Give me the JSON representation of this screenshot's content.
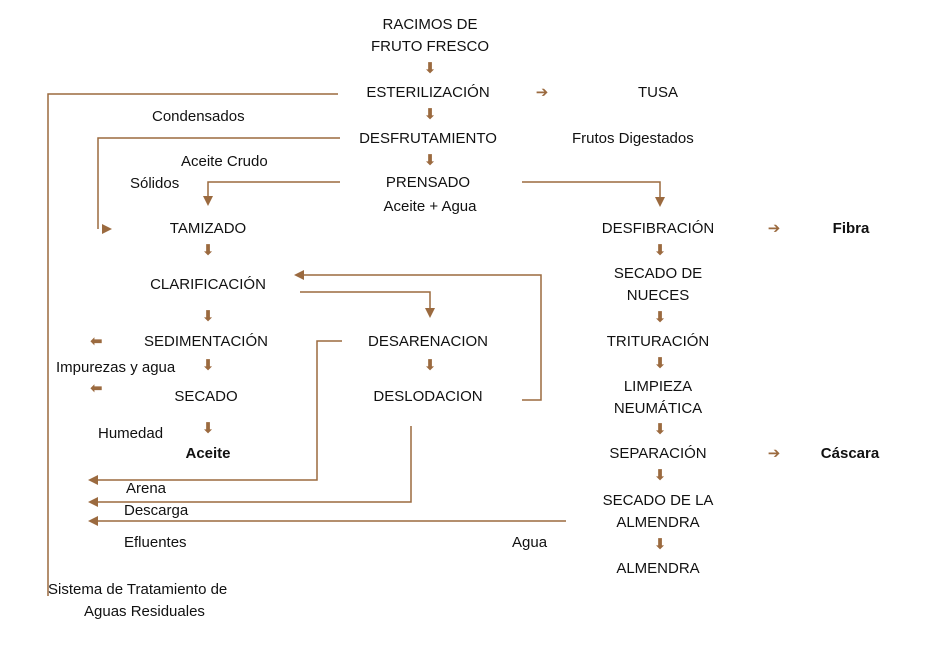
{
  "colors": {
    "flow": "#9b6a3f",
    "text": "#111111",
    "background": "#ffffff"
  },
  "nodes": {
    "racimos_l1": "RACIMOS DE",
    "racimos_l2": "FRUTO FRESCO",
    "esterilizacion": "ESTERILIZACIÓN",
    "tusa": "TUSA",
    "condensados": "Condensados",
    "desfrutamiento": "DESFRUTAMIENTO",
    "frutos_digestados": "Frutos Digestados",
    "aceite_crudo": "Aceite Crudo",
    "solidos": "Sólidos",
    "prensado": "PRENSADO",
    "aceite_agua": "Aceite + Agua",
    "tamizado": "TAMIZADO",
    "desfibracion": "DESFIBRACIÓN",
    "fibra": "Fibra",
    "clarificacion": "CLARIFICACIÓN",
    "secado_nueces_l1": "SECADO DE",
    "secado_nueces_l2": "NUECES",
    "sedimentacion": "SEDIMENTACIÓN",
    "desarenacion": "DESARENACION",
    "trituracion": "TRITURACIÓN",
    "impurezas": "Impurezas y agua",
    "secado": "SECADO",
    "deslodacion": "DESLODACION",
    "limpieza_l1": "LIMPIEZA",
    "limpieza_l2": "NEUMÁTICA",
    "humedad": "Humedad",
    "aceite": "Aceite",
    "separacion": "SEPARACIÓN",
    "cascara": "Cáscara",
    "arena": "Arena",
    "secado_almendra_l1": "SECADO DE LA",
    "secado_almendra_l2": "ALMENDRA",
    "descarga": "Descarga",
    "efluentes": "Efluentes",
    "agua": "Agua",
    "almendra": "ALMENDRA",
    "sistema_l1": "Sistema de Tratamiento de",
    "sistema_l2": "Aguas Residuales"
  },
  "arrows": {
    "down": "⬇",
    "right": "➔",
    "left": "⬅"
  }
}
